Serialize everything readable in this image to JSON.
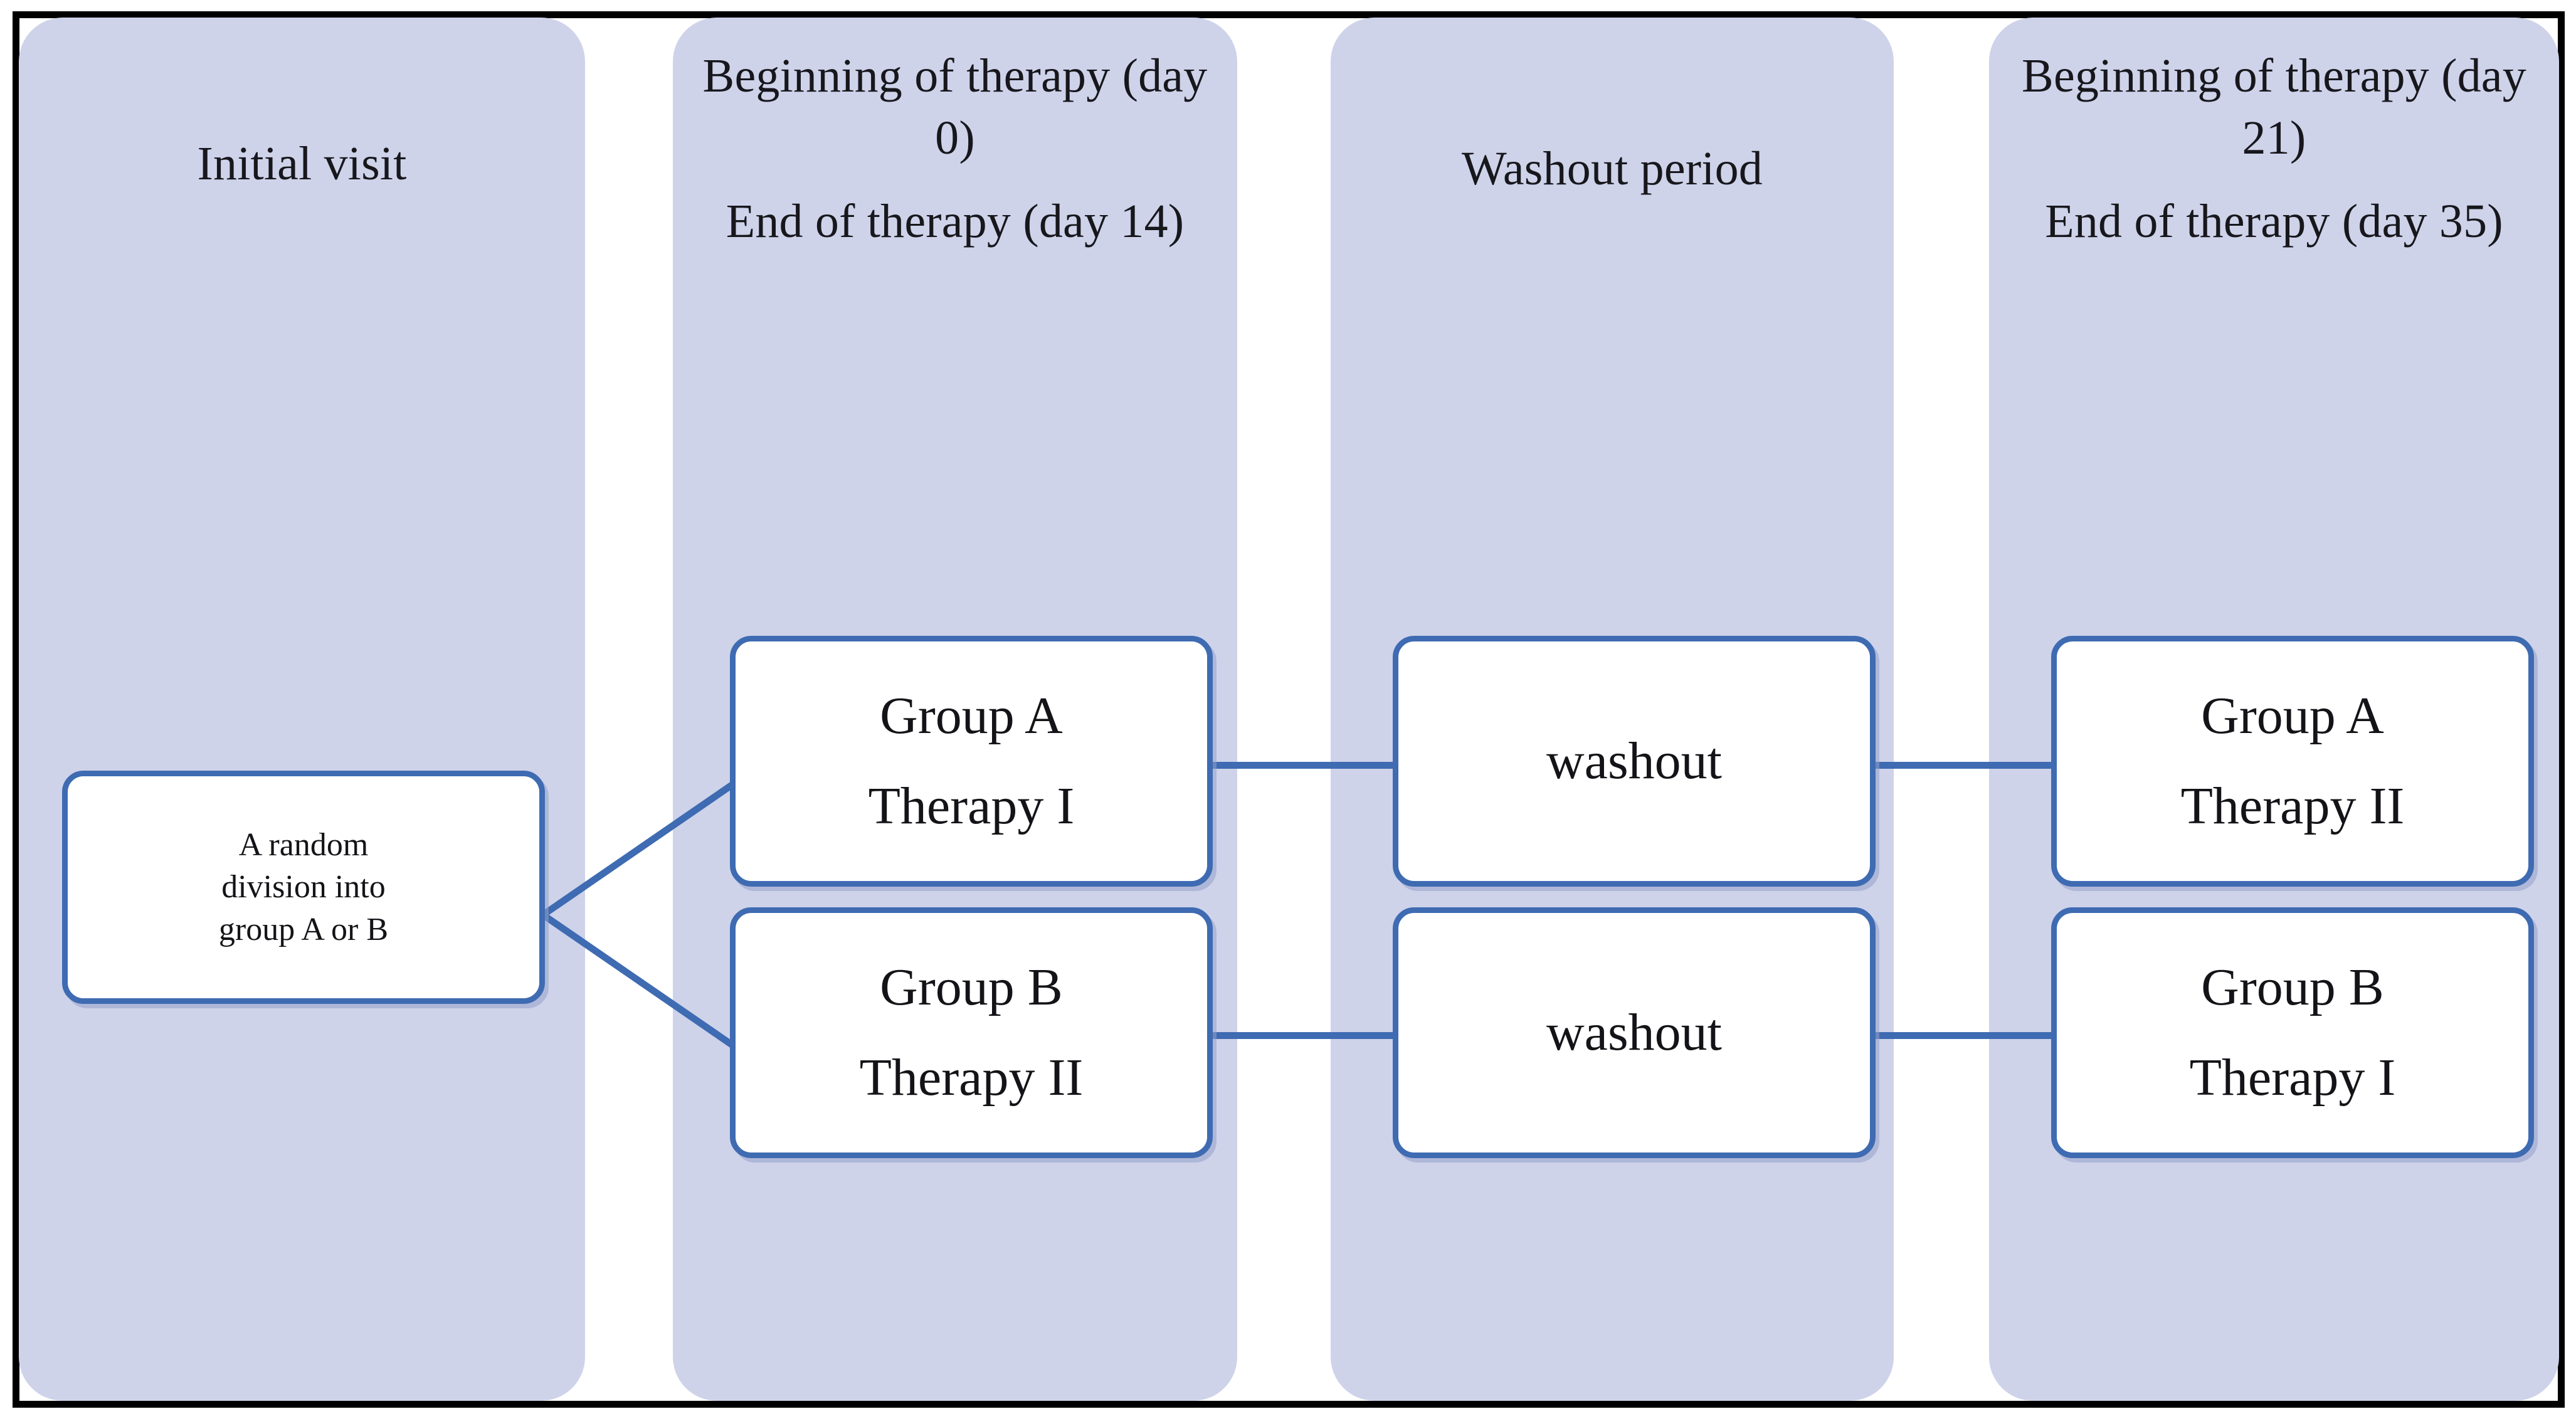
{
  "diagram": {
    "type": "crossover-trial-flow",
    "colors": {
      "phase_band": "#ced3ea",
      "node_border": "#3e6bb2",
      "node_fill": "#ffffff",
      "frame": "#000000",
      "text": "#141418"
    },
    "phases": [
      {
        "id": "initial-visit",
        "lines": [
          "Initial visit"
        ]
      },
      {
        "id": "period-one",
        "lines": [
          "Beginning of therapy (day 0)",
          "End of therapy (day 14)"
        ]
      },
      {
        "id": "washout",
        "lines": [
          "Washout period"
        ]
      },
      {
        "id": "period-two",
        "lines": [
          "Beginning of therapy (day 21)",
          "End of therapy (day 35)"
        ]
      }
    ],
    "nodes": {
      "randomization": {
        "l1": "A random",
        "l2": "division into",
        "l3": "group A or B"
      },
      "period1_groupA": {
        "l1": "Group A",
        "l2": "Therapy I"
      },
      "period1_groupB": {
        "l1": "Group B",
        "l2": "Therapy II"
      },
      "washout_top": {
        "l1": "washout"
      },
      "washout_bottom": {
        "l1": "washout"
      },
      "period2_groupA": {
        "l1": "Group A",
        "l2": "Therapy II"
      },
      "period2_groupB": {
        "l1": "Group B",
        "l2": "Therapy I"
      }
    }
  }
}
